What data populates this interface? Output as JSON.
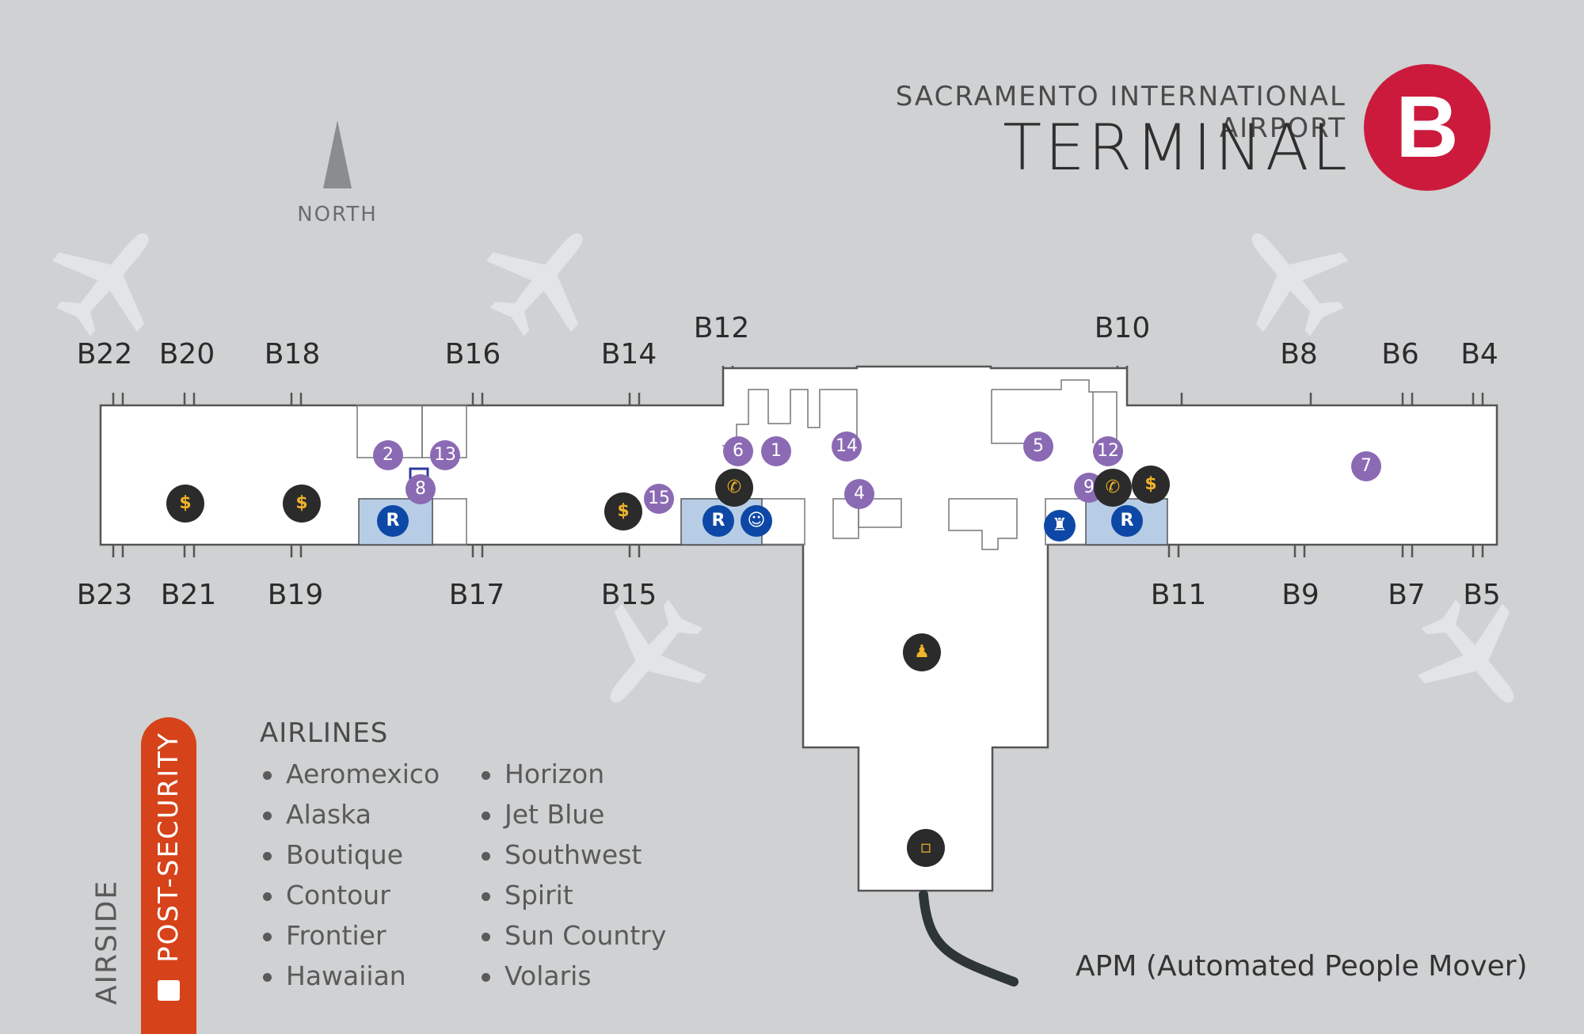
{
  "header": {
    "airport_name": "SACRAMENTO INTERNATIONAL AIRPORT",
    "terminal_label": "TERMINAL",
    "terminal_letter": "B",
    "brand_color": "#cc1a3d"
  },
  "compass": {
    "label": "NORTH"
  },
  "gates": {
    "top": [
      "B22",
      "B20",
      "B18",
      "B16",
      "B14",
      "B12",
      "B10",
      "B8",
      "B6",
      "B4"
    ],
    "bottom": [
      "B23",
      "B21",
      "B19",
      "B17",
      "B15",
      "B11",
      "B9",
      "B7",
      "B5"
    ]
  },
  "points_of_interest": [
    "2",
    "13",
    "8",
    "6",
    "1",
    "14",
    "15",
    "4",
    "5",
    "12",
    "9",
    "7"
  ],
  "icons": {
    "restroom_letter": "R",
    "atm_icon": "atm-icon",
    "phone_icon": "phone-icon",
    "family_icon": "family-restroom-icon",
    "pet_icon": "pet-relief-icon",
    "security_icon": "tsa-officer-icon",
    "train_icon": "train-icon"
  },
  "legend": {
    "title": "AIRLINES",
    "airlines_col1": [
      "Aeromexico",
      "Alaska",
      "Boutique",
      "Contour",
      "Frontier",
      "Hawaiian"
    ],
    "airlines_col2": [
      "Horizon",
      "Jet Blue",
      "Southwest",
      "Spirit",
      "Sun Country",
      "Volaris"
    ]
  },
  "zones": {
    "post_security": "POST-SECURITY",
    "airside": "AIRSIDE",
    "post_security_color": "#d64219"
  },
  "apm": {
    "label": "APM (Automated People Mover)"
  }
}
